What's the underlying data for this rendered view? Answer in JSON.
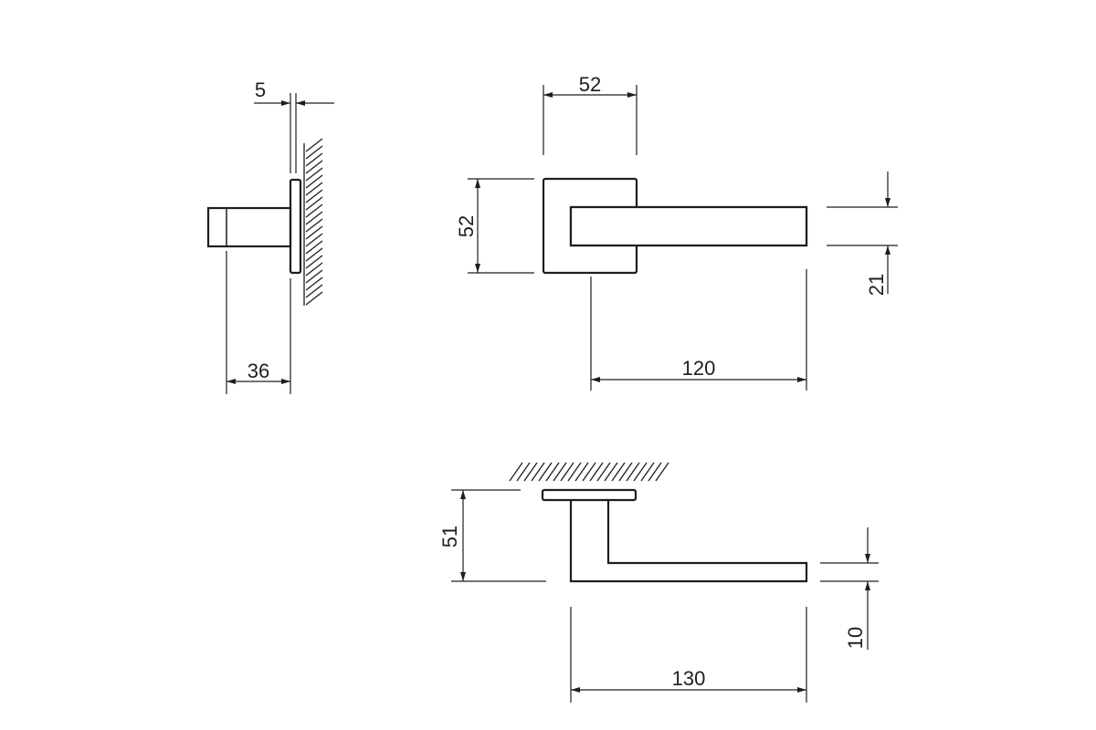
{
  "dimensions": {
    "side_rose_thickness": "5",
    "side_projection": "36",
    "front_rose_width": "52",
    "front_rose_height": "52",
    "front_lever_height": "21",
    "front_lever_length": "120",
    "top_projection": "51",
    "top_lever_thickness": "10",
    "top_lever_length": "130"
  },
  "colors": {
    "line": "#1e1e1e",
    "background": "#ffffff"
  }
}
